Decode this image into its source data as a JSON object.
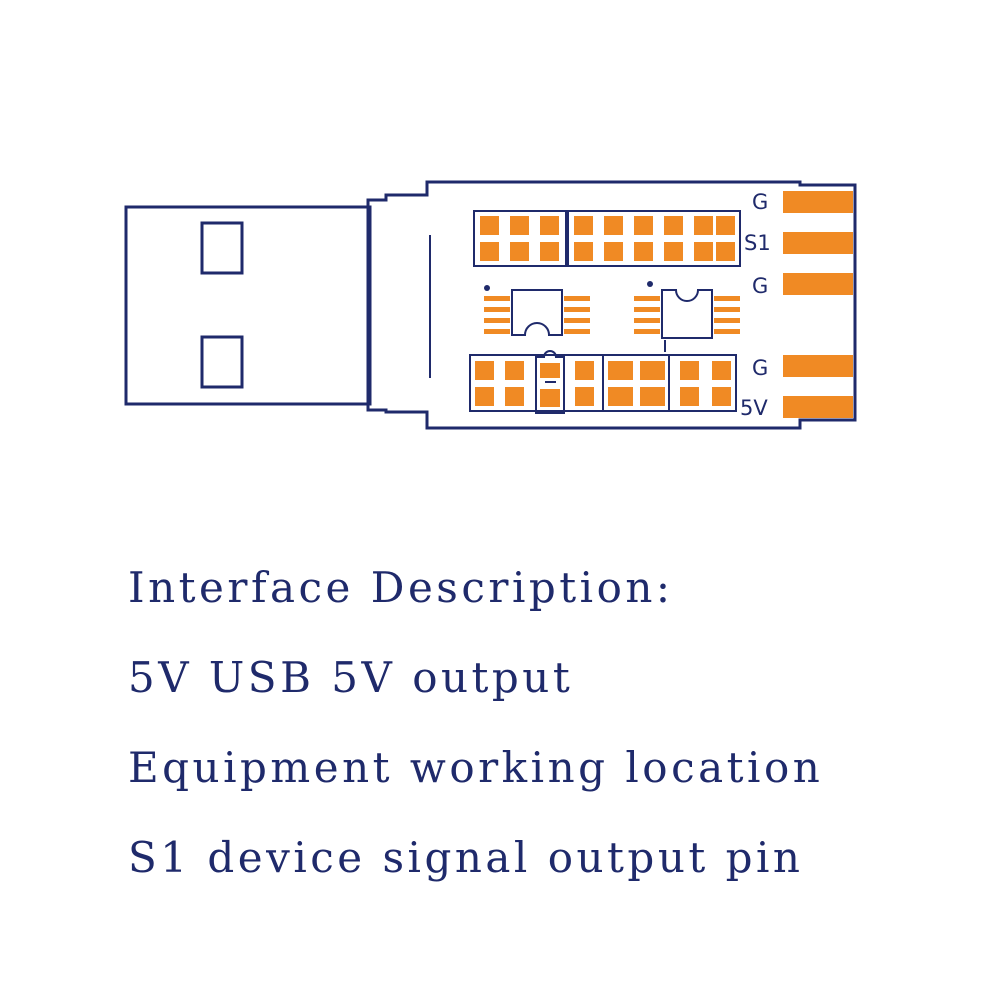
{
  "colors": {
    "outline": "#1f2a6b",
    "pad": "#f08a24",
    "text": "#1f2a6b",
    "background": "#ffffff"
  },
  "pin_labels": [
    "G",
    "S1",
    "G",
    "G",
    "5V"
  ],
  "description": {
    "heading": "Interface Description:",
    "lines": [
      "5V USB 5V output",
      "Equipment working location",
      "S1 device signal output pin"
    ]
  }
}
